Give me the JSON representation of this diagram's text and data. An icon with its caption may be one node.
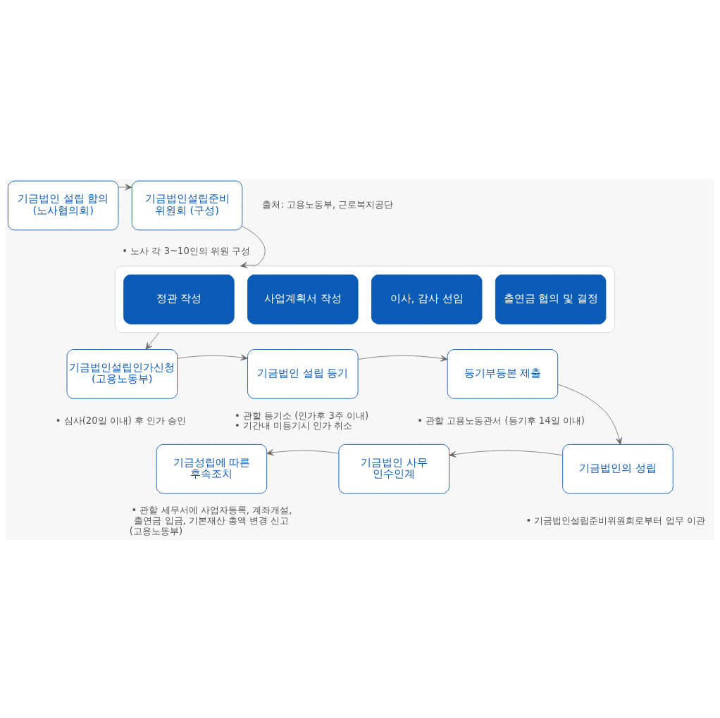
{
  "diagram": {
    "nodes": [
      {
        "text": [
          "기금법인 설립 합의 (노사협의회)"
        ]
      },
      {
        "text": [
          "기금법인설립준비 위원회 (구성)"
        ],
        "beside": [
          "• 노사 각 3~10인의 위원 구성"
        ]
      },
      {
        "text": [],
        "shape": "box"
      },
      {
        "text": [
          "정관 작성"
        ],
        "in": 2
      },
      {
        "text": [
          "사업계획서 작성"
        ],
        "in": 2
      },
      {
        "text": [
          "이사, 감사 선임"
        ],
        "in": 2
      },
      {
        "text": [
          "출연금 협의 및 결정"
        ],
        "in": 2
      },
      {
        "text": [
          "기금법인설립인가신청 (고용노동부)"
        ],
        "beside": [
          "• 심사(20일 이내) 후 인가 승인"
        ]
      },
      {
        "text": [
          "기금법인 설립 등기"
        ],
        "beside": [
          "• 관할 등기소 (인가후 3주 이내)",
          "• 기간내 미등기시 인가 취소"
        ]
      },
      {
        "text": [
          "등기부등본 제출"
        ],
        "beside": [
          "• 관할 고용노동관서 (등기후 14일 이내)"
        ]
      },
      {
        "text": [
          "기금법인의 성립"
        ],
        "beside": [
          "• 기금법인설립준비위원회로부터 업무 이관"
        ]
      },
      {
        "text": [
          "기금법인 사무 인수인계"
        ]
      },
      {
        "text": [
          "기금성립에 따른 후속조치"
        ],
        "beside": [
          "• 관할 세무서에 사업자등록, 계좌개설, 출연금 입금, 기본재산 총액 변경 신고 (고용노동부)"
        ]
      }
    ],
    "edges": [
      {
        "from": 0,
        "to": 1,
        "arrow": "to"
      },
      {
        "from": 1,
        "to": 2,
        "arrow": "to"
      },
      {
        "from": 2,
        "to": 7,
        "arrow": "to"
      },
      {
        "from": 7,
        "to": 8,
        "arrow": "to"
      },
      {
        "from": 8,
        "to": 9,
        "arrow": "to"
      },
      {
        "from": 9,
        "to": 10,
        "arrow": "to"
      },
      {
        "from": 10,
        "to": 11,
        "arrow": "to"
      },
      {
        "from": 11,
        "to": 12,
        "arrow": "to"
      }
    ],
    "labels": [
      "출처: 고용노동부, 근로복지공단"
    ]
  }
}
